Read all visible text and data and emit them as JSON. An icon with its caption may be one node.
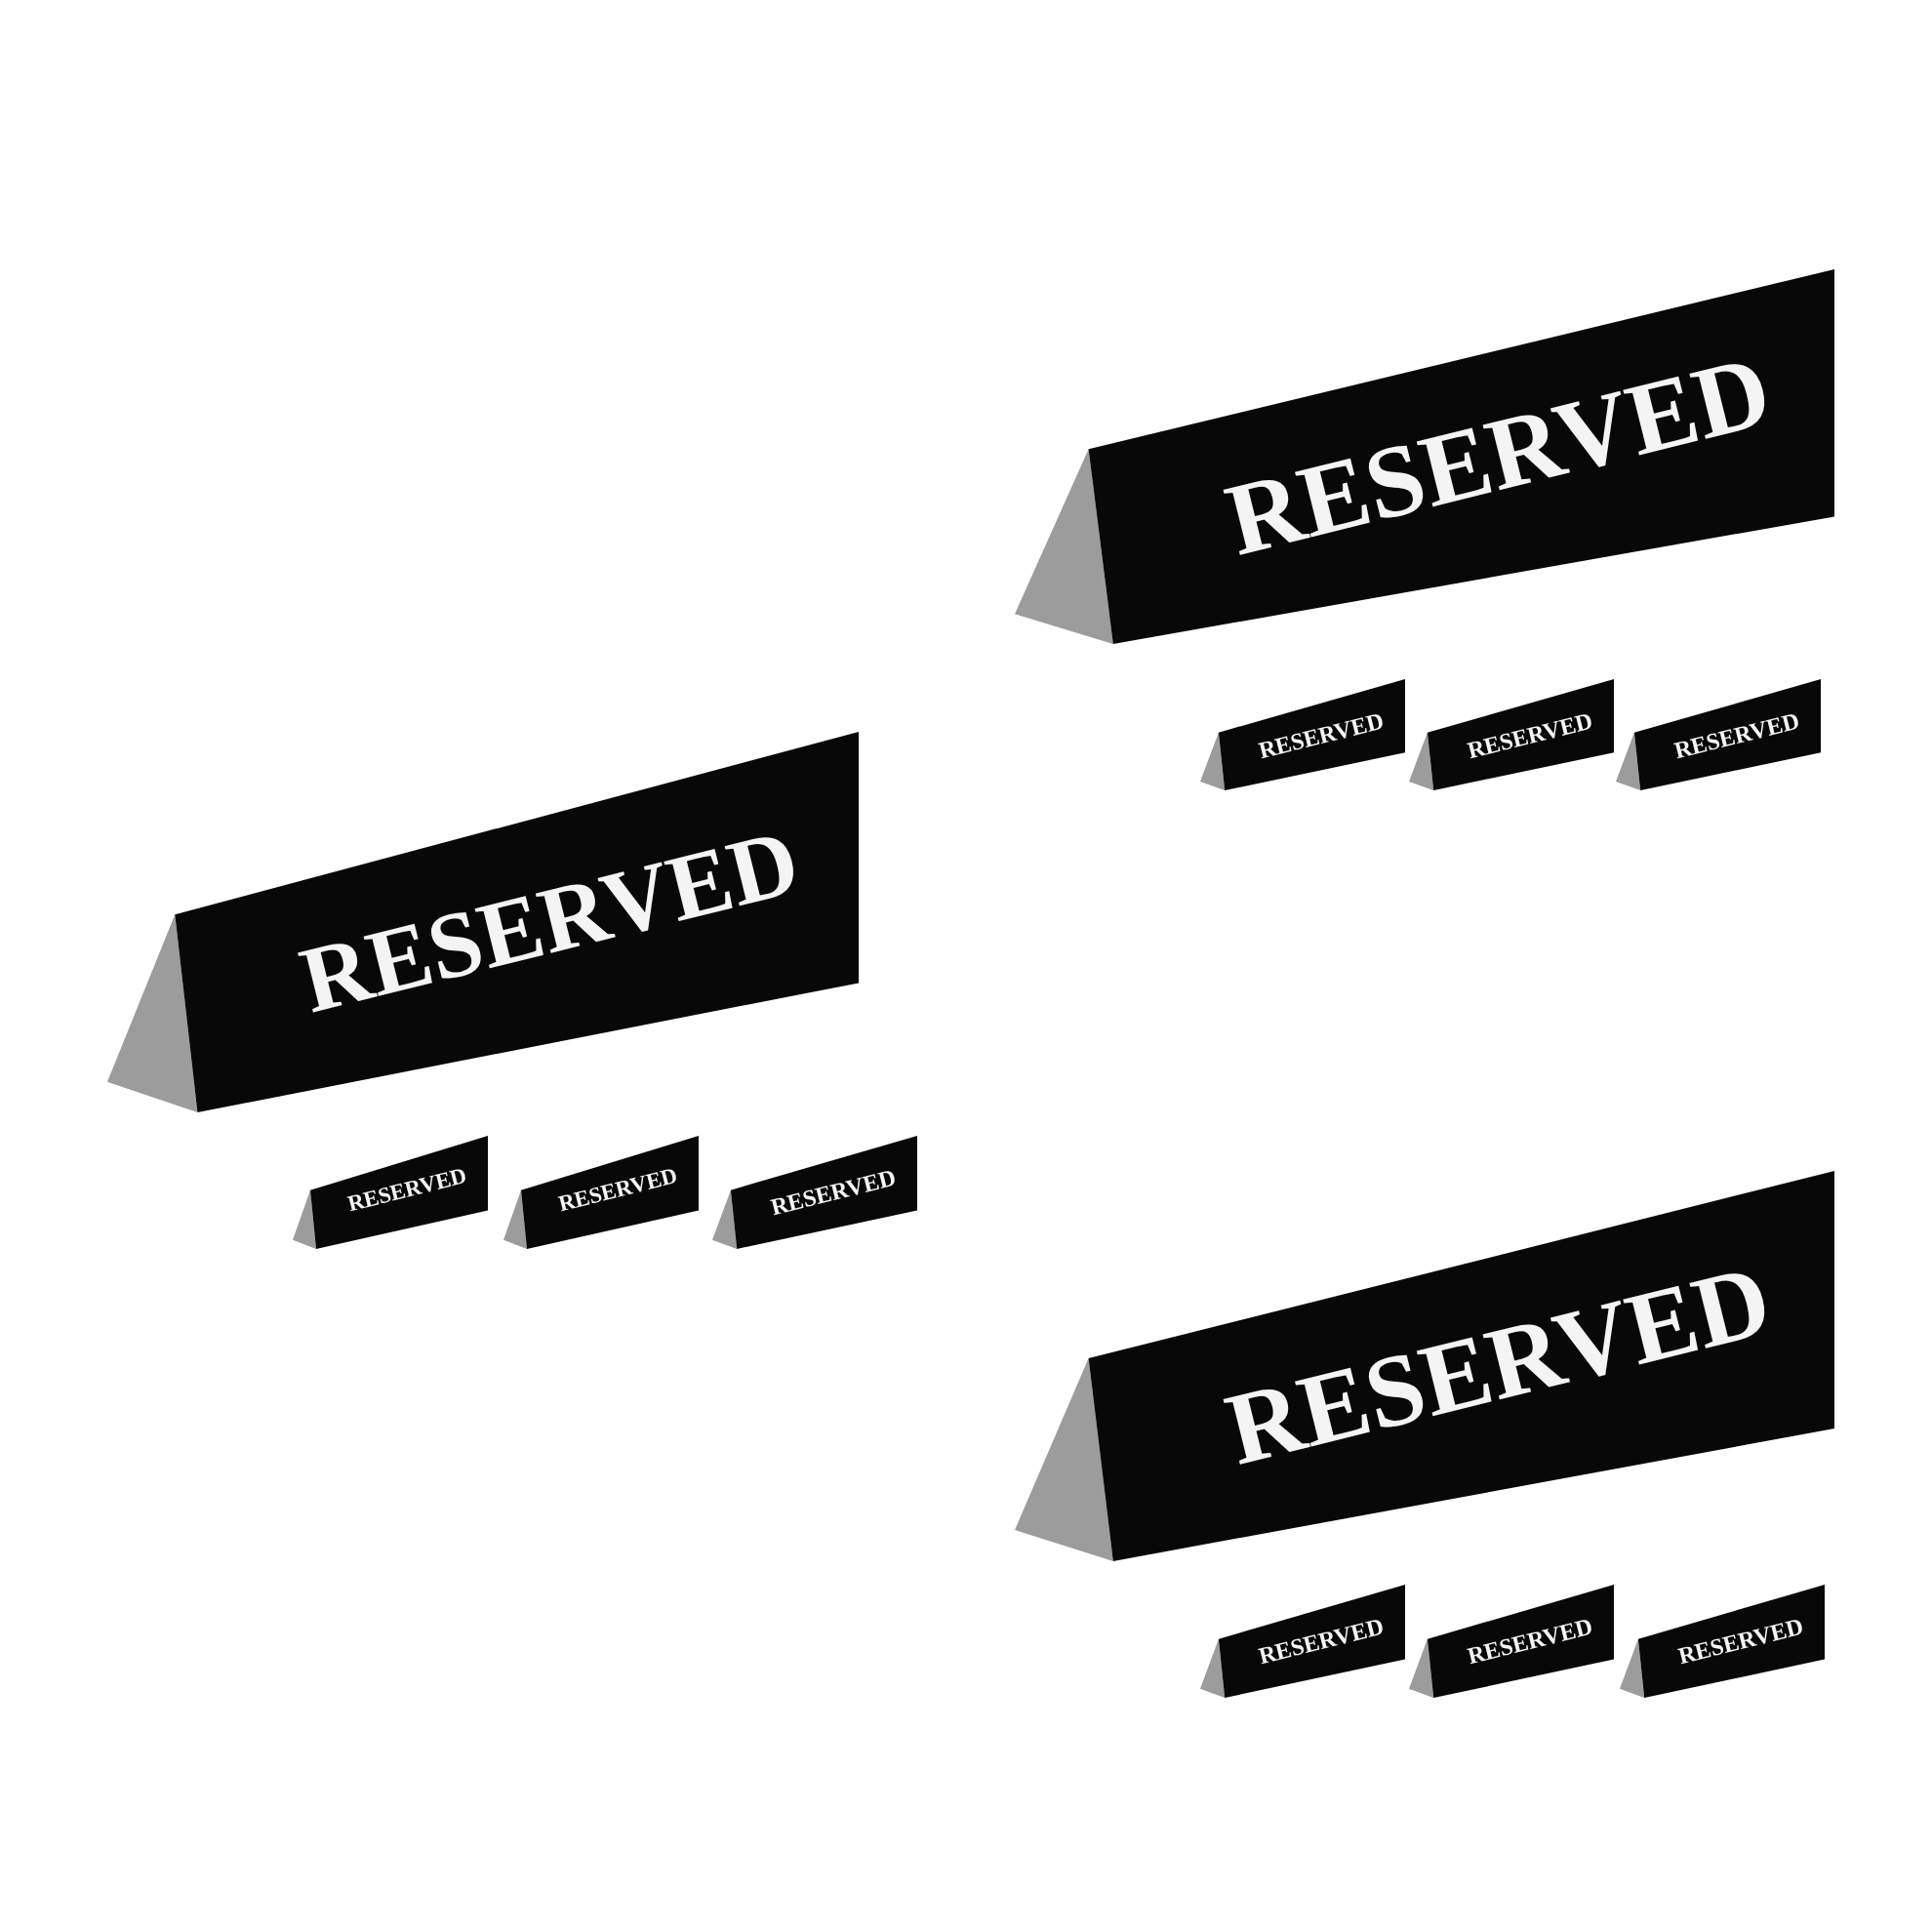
{
  "diagram": {
    "nodes": [
      {
        "text": [
          "RESERVED"
        ]
      },
      {
        "text": [
          "RESERVED"
        ]
      },
      {
        "text": [
          "RESERVED"
        ]
      },
      {
        "text": [
          "RESERVED"
        ]
      },
      {
        "text": [
          "RESERVED"
        ]
      },
      {
        "text": [
          "RESERVED"
        ]
      },
      {
        "text": [
          "RESERVED"
        ]
      },
      {
        "text": [
          "RESERVED"
        ]
      },
      {
        "text": [
          "RESERVED"
        ]
      },
      {
        "text": [
          "RESERVED"
        ]
      },
      {
        "text": [
          "RESERVED"
        ]
      },
      {
        "text": [
          "RESERVED"
        ]
      }
    ]
  }
}
